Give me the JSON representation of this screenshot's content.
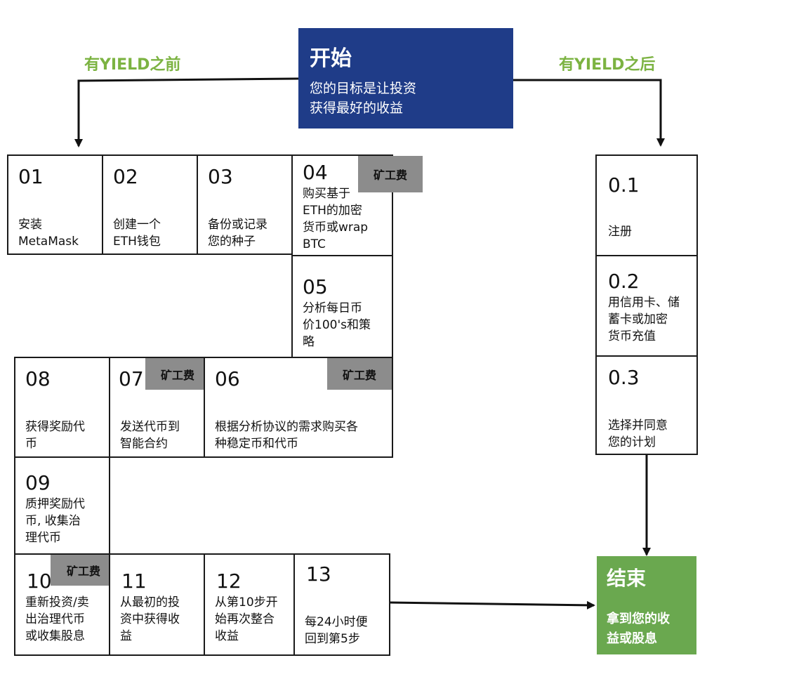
{
  "start": {
    "title": "开始",
    "body": "您的目标是让投资\n获得最好的收益"
  },
  "labels": {
    "before": "有YIELD之前",
    "after": "有YIELD之后"
  },
  "fee_label": "矿工费",
  "steps": {
    "s01": {
      "num": "01",
      "text": "安装\nMetaMask"
    },
    "s02": {
      "num": "02",
      "text": "创建一个\nETH钱包"
    },
    "s03": {
      "num": "03",
      "text": "备份或记录\n您的种子"
    },
    "s04": {
      "num": "04",
      "text": "购买基于\nETH的加密\n货币或wrap\nBTC"
    },
    "s05": {
      "num": "05",
      "text": "分析每日币\n价100's和策\n略"
    },
    "s06": {
      "num": "06",
      "text": "根据分析协议的需求购买各\n种稳定币和代币"
    },
    "s07": {
      "num": "07",
      "text": "发送代币到\n智能合约"
    },
    "s08": {
      "num": "08",
      "text": "获得奖励代\n币"
    },
    "s09": {
      "num": "09",
      "text": "质押奖励代\n币, 收集治\n理代币"
    },
    "s10": {
      "num": "10",
      "text": "重新投资/卖\n出治理代币\n或收集股息"
    },
    "s11": {
      "num": "11",
      "text": "从最初的投\n资中获得收\n益"
    },
    "s12": {
      "num": "12",
      "text": "从第10步开\n始再次整合\n收益"
    },
    "s13": {
      "num": "13",
      "text": "每24小时便\n回到第5步"
    }
  },
  "after_steps": {
    "a1": {
      "num": "0.1",
      "text": "注册"
    },
    "a2": {
      "num": "0.2",
      "text": "用信用卡、储\n蓄卡或加密\n货币充值"
    },
    "a3": {
      "num": "0.3",
      "text": "选择并同意\n您的计划"
    }
  },
  "end": {
    "title": "结束",
    "body": "拿到您的收\n益或股息"
  },
  "colors": {
    "start_bg": "#1f3c88",
    "end_bg": "#6aa84f",
    "label_green": "#7cb342",
    "fee_bg": "#8c8c8c"
  }
}
